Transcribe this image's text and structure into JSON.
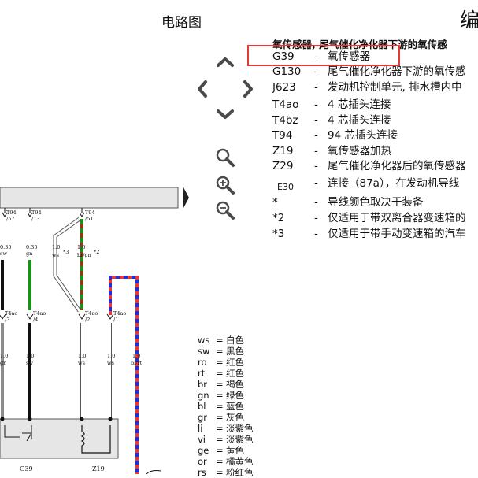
{
  "header": {
    "title": "电路图",
    "corner_text": "编"
  },
  "legend": {
    "heading": "氧传感器, 尾气催化净化器下游的氧传感",
    "items": [
      {
        "code": "G39",
        "dash": "-",
        "desc": "氧传感器"
      },
      {
        "code": "G130",
        "dash": "-",
        "desc": "尾气催化净化器下游的氧传感"
      },
      {
        "code": "J623",
        "dash": "-",
        "desc": "发动机控制单元, 排水槽内中"
      },
      {
        "code": "T4ao",
        "dash": "-",
        "desc": "4 芯插头连接"
      },
      {
        "code": "T4bz",
        "dash": "-",
        "desc": "4 芯插头连接"
      },
      {
        "code": "T94",
        "dash": "-",
        "desc": "94 芯插头连接"
      },
      {
        "code": "Z19",
        "dash": "-",
        "desc": "氧传感器加热"
      },
      {
        "code": "Z29",
        "dash": "-",
        "desc": "尾气催化净化器后的氧传感器"
      },
      {
        "code": "E30",
        "dash": "-",
        "desc": "连接（87a），在发动机导线"
      },
      {
        "code": "*",
        "dash": "-",
        "desc": "导线颜色取决于装备"
      },
      {
        "code": "*2",
        "dash": "-",
        "desc": "仅适用于带双离合器变速箱的"
      },
      {
        "code": "*3",
        "dash": "-",
        "desc": "仅适用于带手动变速箱的汽车"
      }
    ]
  },
  "colors": [
    {
      "code": "ws",
      "eq": "=",
      "name": "白色"
    },
    {
      "code": "sw",
      "eq": "=",
      "name": "黑色"
    },
    {
      "code": "ro",
      "eq": "=",
      "name": "红色"
    },
    {
      "code": "rt",
      "eq": "=",
      "name": "红色"
    },
    {
      "code": "br",
      "eq": "=",
      "name": "褐色"
    },
    {
      "code": "gn",
      "eq": "=",
      "name": "绿色"
    },
    {
      "code": "bl",
      "eq": "=",
      "name": "蓝色"
    },
    {
      "code": "gr",
      "eq": "=",
      "name": "灰色"
    },
    {
      "code": "li",
      "eq": "=",
      "name": "淡紫色"
    },
    {
      "code": "vi",
      "eq": "=",
      "name": "淡紫色"
    },
    {
      "code": "ge",
      "eq": "=",
      "name": "黄色"
    },
    {
      "code": "or",
      "eq": "=",
      "name": "橘黄色"
    },
    {
      "code": "rs",
      "eq": "=",
      "name": "粉红色"
    }
  ],
  "diagram": {
    "connectors_top": [
      "T94\n/57",
      "T94\n/13",
      "T94\n/51"
    ],
    "top_labels": {
      "c1": "T94",
      "c1b": "/57",
      "c2": "T94",
      "c2b": "/13",
      "c3": "T94",
      "c3b": "/51"
    },
    "wire_labels": {
      "w1a": "0.35",
      "w1b": "sw",
      "w2a": "0.35",
      "w2b": "gn",
      "w3a": "1.0",
      "w3b": "ws",
      "w4a": "1.0",
      "w4b": "br/gn",
      "star3": "*3",
      "star2": "*2"
    },
    "mid_labels": {
      "m1": "T4ao",
      "m1b": "/3",
      "m2": "T4ao",
      "m2b": "/4",
      "m3": "T4ao",
      "m3b": "/2",
      "m4": "T4ao",
      "m4b": "/1"
    },
    "bottom_wire_labels": {
      "b1a": "1.0",
      "b1b": "gr",
      "b2a": "1.0",
      "b2b": "sw",
      "b3a": "1.0",
      "b3b": "ws",
      "b4a": "1.0",
      "b4b": "ws",
      "b5a": "1.0",
      "b5b": "bl/rt"
    },
    "components": {
      "g39": "G39",
      "z19": "Z19"
    },
    "wire_colors": {
      "gray": "#8a8a8a",
      "black": "#111111",
      "green": "#1a8f1a",
      "brown": "#8b3a1a",
      "red": "#e53935",
      "blue": "#1f2fd6",
      "panel": "#e6e6e6",
      "nav": "#4a4a4a"
    }
  }
}
